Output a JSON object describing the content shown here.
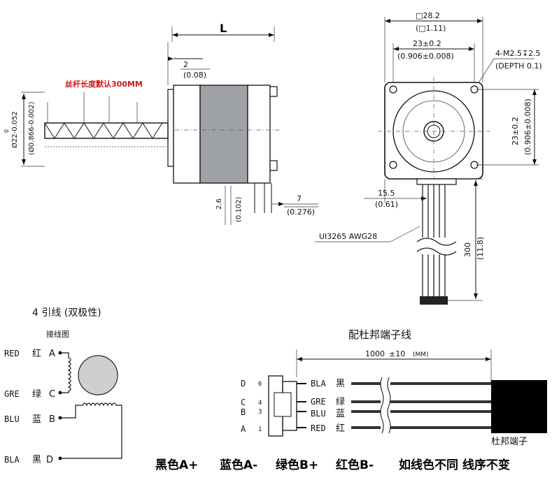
{
  "side_view": {
    "length_label": "L",
    "dim_flange_mm": "2",
    "dim_flange_in": "(0.08)",
    "rod_note": "丝杆长度默认300MM",
    "dim_shaft_mm": "Ø22-0.052",
    "dim_shaft_tol": "0",
    "dim_shaft_in": "(Ø0.866-0.002)",
    "dim_step_mm": "2.6",
    "dim_step_in": "(0.102)",
    "dim_lead_mm": "7",
    "dim_lead_in": "(0.276)"
  },
  "front_view": {
    "dim_body_mm": "□28.2",
    "dim_body_in": "(□1.11)",
    "dim_hole_mm": "23±0.2",
    "dim_hole_in": "(0.906±0.008)",
    "dim_screw": "4-M2.5↧2.5",
    "dim_depth": "(DEPTH 0.1)",
    "dim_vhole_mm": "23±0.2",
    "dim_vhole_in": "(0.906±0.008)",
    "dim_off_mm": "15.5",
    "dim_off_in": "(0.61)",
    "cable_spec": "UI3265 AWG28",
    "dim_cable_mm": "300",
    "dim_cable_in": "(11.8)"
  },
  "wiring": {
    "title": "4 引线 (双极性)",
    "subtitle": "接线图",
    "wires": [
      {
        "code": "RED",
        "color_cn": "红",
        "phase": "A"
      },
      {
        "code": "GRE",
        "color_cn": "绿",
        "phase": "C"
      },
      {
        "code": "BLU",
        "color_cn": "蓝",
        "phase": "B"
      },
      {
        "code": "BLA",
        "color_cn": "黑",
        "phase": "D"
      }
    ]
  },
  "connector": {
    "title": "配杜邦端子线",
    "length_value": "1000",
    "length_tol": "±10",
    "length_unit": "(MM)",
    "terminal_label": "杜邦端子",
    "pins": [
      {
        "letter": "D",
        "num": "6",
        "code": "BLA",
        "color_cn": "黑"
      },
      {
        "letter": "C",
        "num": "4",
        "code": "GRE",
        "color_cn": "绿"
      },
      {
        "letter": "B",
        "num": "3",
        "code": "BLU",
        "color_cn": "蓝"
      },
      {
        "letter": "A",
        "num": "1",
        "code": "RED",
        "color_cn": "红"
      }
    ]
  },
  "footer": {
    "mapping": [
      "黑色A+",
      "蓝色A-",
      "绿色B+",
      "红色B-"
    ],
    "note": "如线色不同 线序不变"
  },
  "colors": {
    "motor_body": "#9fa3a8",
    "rod_note": "#d21a1a"
  }
}
